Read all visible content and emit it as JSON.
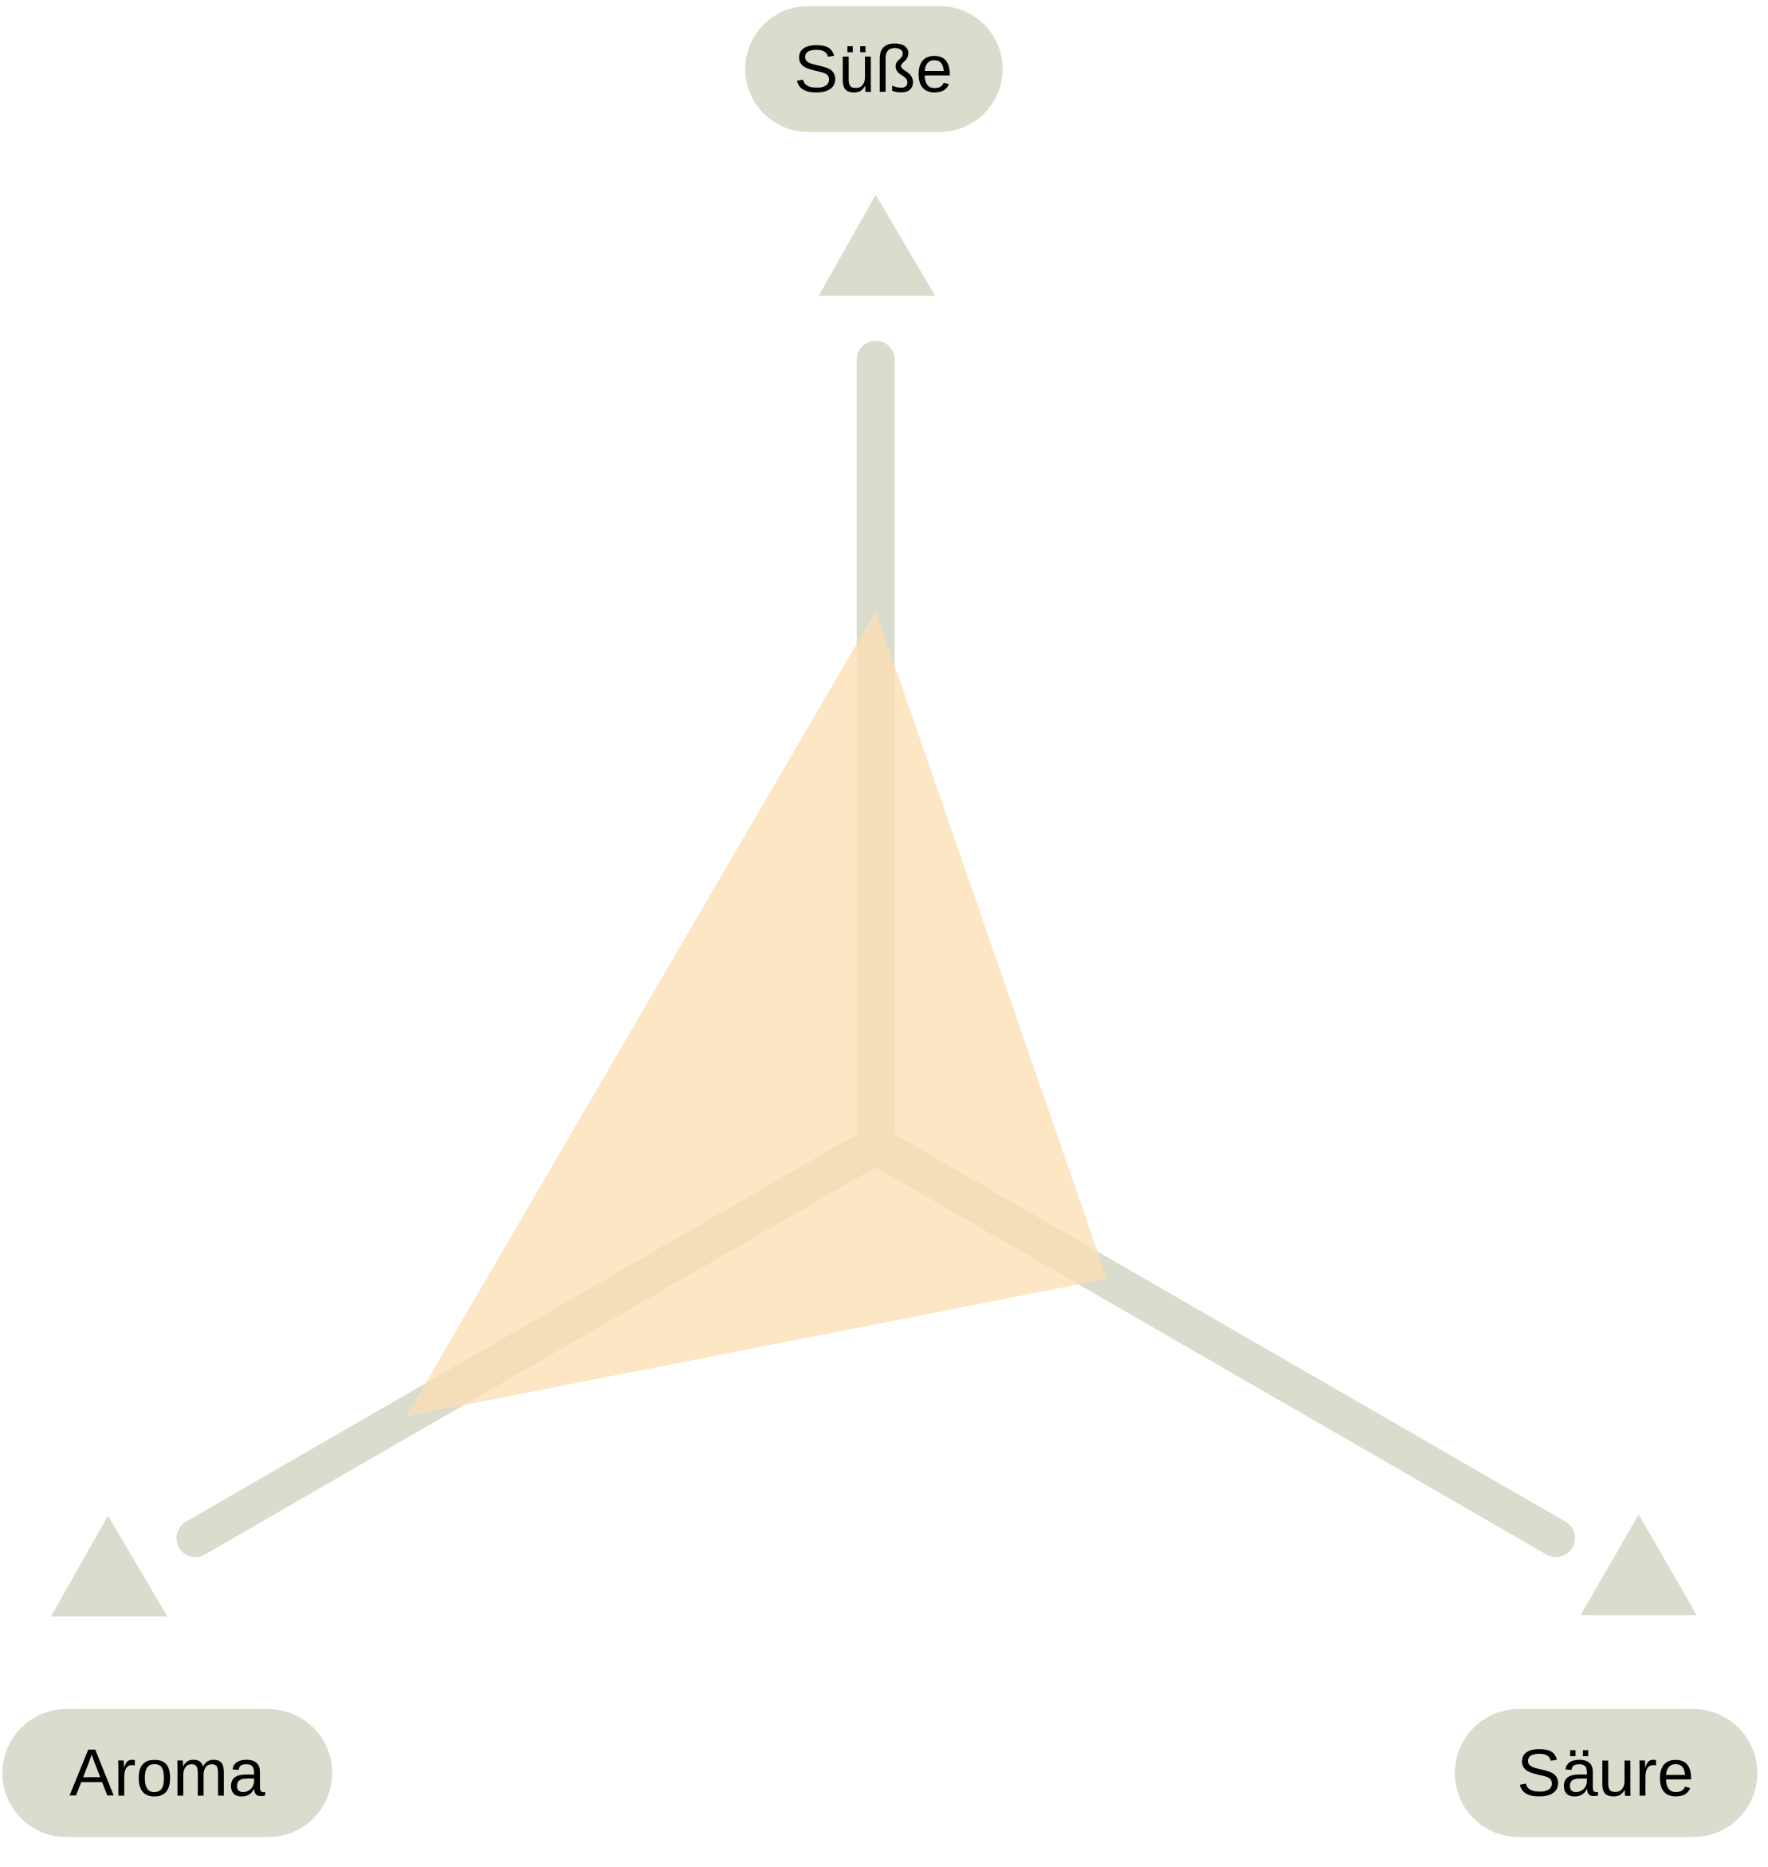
{
  "chart_data": {
    "type": "radar",
    "title": "",
    "axes": [
      "Süße",
      "Säure",
      "Aroma"
    ],
    "series": [
      {
        "name": "",
        "values": [
          0.68,
          0.34,
          0.69
        ],
        "color": "#fbdfb3"
      }
    ],
    "range": [
      0,
      1
    ],
    "grid": false,
    "axis_color": "#dadccd"
  }
}
